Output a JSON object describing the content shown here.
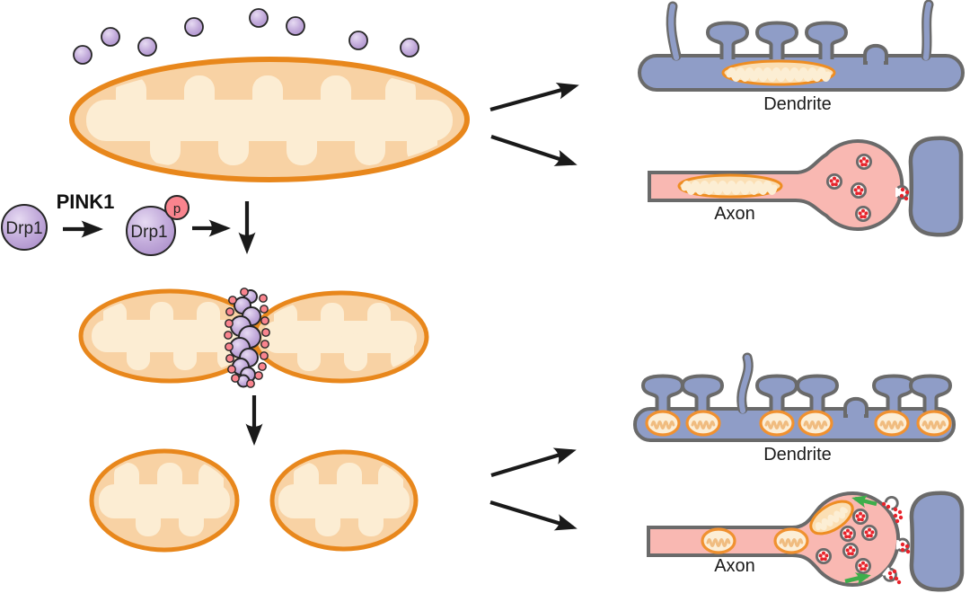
{
  "labels": {
    "pink1": "PINK1",
    "drp1": "Drp1",
    "drp1_phosphorylated": "Drp1",
    "phosphate": "p",
    "dendrite_before": "Dendrite",
    "axon_before": "Axon",
    "dendrite_after": "Dendrite",
    "axon_after": "Axon"
  },
  "colors": {
    "mito_stroke": "#E8871C",
    "mito_fill": "#F8D2A4",
    "mito_matrix": "#FCEDD3",
    "mito_ring_orange": "#F09130",
    "neuron_blue": "#8F9DC7",
    "outline_gray": "#6A6A6A",
    "axon_pink": "#F9B8B2",
    "drp1_purple": "#BCA2D4",
    "phosphate_pink": "#F9848E",
    "vesicle_red": "#E8232B",
    "arrow_black": "#1A1A1A",
    "recycle_green": "#3EAE4B"
  },
  "icons": {
    "drp1_molecule": "purple-circle",
    "phosphate_badge": "pink-circle-p",
    "arrow": "black-arrow",
    "recycle_arrow": "green-arrow",
    "synaptic_vesicle": "gray-ring-with-red-dots",
    "fusion_site": "omega-shape"
  }
}
